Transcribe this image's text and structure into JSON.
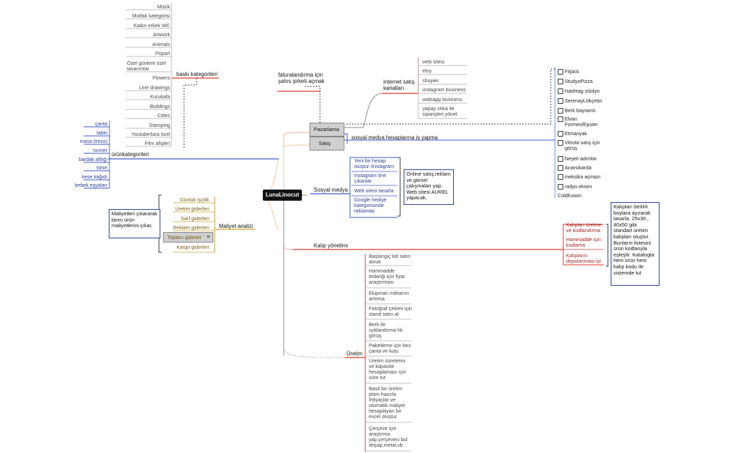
{
  "root": {
    "label": "LunaLinocut"
  },
  "branches": {
    "urun_kategorileri": "ürünkategorileri",
    "baski_kategorileri": "baskı kategorileri",
    "faturalandirma": "faturalandırma için şahıs şirketi açmak",
    "internet_satis": "internet satış kanalları",
    "pazarlama": "Pazarlama",
    "satis": "Satış",
    "sosyal_medya_hesaplari": "sosyal medya hesaplarına iş yapma",
    "sosyal_medya": "Sosyal medya",
    "maliyet_analizi": "Maliyet analizi",
    "kalip_yonetimi": "Kalıp yönetimi",
    "uretim": "Üretim"
  },
  "baski_items": [
    "Müzik",
    "Mutfak kategorisi",
    "Kadın erkek WC",
    "Artwork",
    "Animals",
    "Popart",
    "Özel günlere özel tasarımlar",
    "Flowers",
    "Line drawings",
    "Kurukafa",
    "Buildings",
    "Cities",
    "Stamping",
    "Youtuberlara özel",
    "Film afişleri"
  ],
  "urun_items": [
    "çanta",
    "tablo",
    "masa örtüsü",
    "runner",
    "bardak altlığı",
    "tshirt",
    "kese kağıdı",
    "bebek eşyaları"
  ],
  "internet_items": [
    "web sitesi",
    "etsy",
    "shopier",
    "instagram business",
    "watsapp business",
    "yapay zeka ile siparişleri yönet"
  ],
  "sosyal_items": [
    "Yeni bir hesap oluştur /instagram",
    "Instagram öne çıkanlar",
    "Web sitesi tasarla",
    "Google hediye kategorisinde reklamlar"
  ],
  "sosyal_note": "Online satış,reklam ve görsel çalışmaları yap. Web sitesi AUREL yapacak.",
  "maliyet_items": [
    "Günlük işçilik",
    "Üretim giderleri",
    "Sarf giderleri",
    "Reklam giderleri",
    "Toplam giderler",
    "Kargo giderleri"
  ],
  "maliyet_note": "Maliyetleri çıkararak birim ürün maliyetlerini çıkar,",
  "kalip_items": [
    "Kalıpları üretme ve kodlandırma",
    "Hammadde için kodlama",
    "Kalıpların depolanması işi"
  ],
  "kalip_note": "Kalıpları berlirli boylara ayırarak tasarla. 25x30 , 40x50 gibi standart üretim kalıpları oluştur. Bunların listesini ürün kodlanyla eşleştir. Katalogta hem ürün hem kalıp kodu ile sistemde tut",
  "uretim_items": [
    "Başlangıç kiti satın alındı",
    "Hammadde tedariği için fiyat araştırması",
    "Ekipman miktarını artırma",
    "Fotoğraf çekimi için stand satın al",
    "Berk ile ışıklandırma hk görüş",
    "Paketleme için bez çanta ve kutu",
    "Üretim sürelerini ve kapasite hesaplaması için süre tut",
    "Basit bir üretim planı hazırla İhtiyaçlar ve otomatik maliyet hesaplayan bir excel oluştur",
    "Çerçeve için araştırma yap.çerçeveci bul ahşap,metal,vb"
  ],
  "partners": [
    "Fitjack",
    "StudyoPizza",
    "Hashtag stüdyo",
    "SerenayLökçetin",
    "Berk bayramlı",
    "Elvan Formeo/Epster",
    "Etmanyak",
    "Vitruta satış için görüş",
    "Neşeli adımlar",
    "Anarsikarda",
    "meksika açmazı",
    "radyo eksen",
    "Coldfusion"
  ],
  "colors": {
    "red": "#d9362b",
    "blue": "#3a56c9",
    "olive": "#c9a227",
    "dark": "#111111",
    "connector": "#8a8a8a"
  }
}
